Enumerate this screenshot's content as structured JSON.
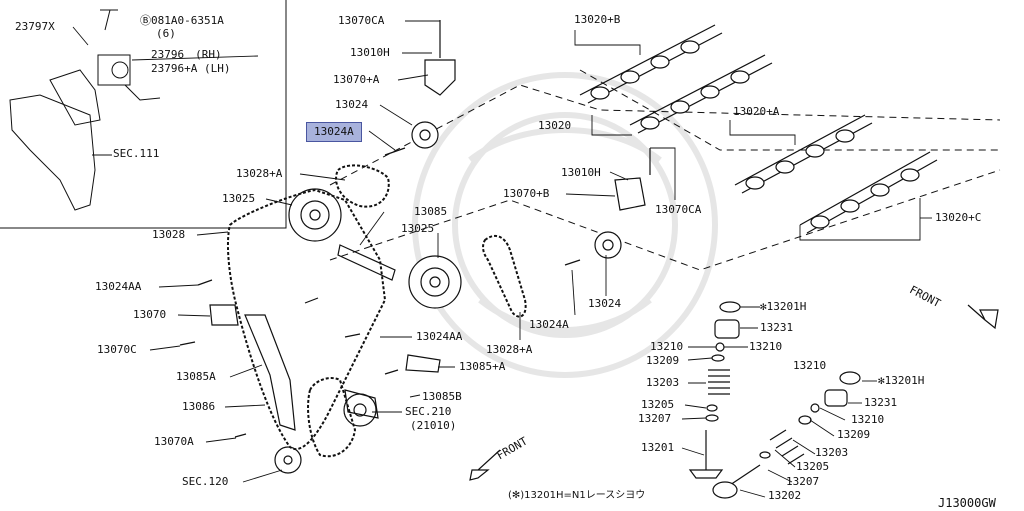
{
  "diagram_code": "J13000GW",
  "note": "(✻)13201H=N1レースシヨウ",
  "highlight_color": "#a8b2dc",
  "labels": {
    "p23797x": "23797X",
    "bolt_circle": "Ⓑ081A0-6351A",
    "bolt_qty": "(6)",
    "p23796": "23796　(RH)",
    "p23796a": "23796+A (LH)",
    "sec111": "SEC.111",
    "p13070ca_top": "13070CA",
    "p13010h_top": "13010H",
    "p13070a_top": "13070+A",
    "p13024": "13024",
    "p13024a_hl": "13024A",
    "p13028a_left": "13028+A",
    "p13025_left": "13025",
    "p13028": "13028",
    "p13024aa_left": "13024AA",
    "p13070": "13070",
    "p13070c": "13070C",
    "p13085a": "13085A",
    "p13086": "13086",
    "p13070a_bottom": "13070A",
    "sec120": "SEC.120",
    "p13085": "13085",
    "p13025_center": "13025",
    "p13024aa_center": "13024AA",
    "p13085a_center": "13085+A",
    "p13085b": "13085B",
    "sec210": "SEC.210",
    "sec210_sub": "(21010)",
    "p13028a_center": "13028+A",
    "p13024a_right": "13024A",
    "p13024_right": "13024",
    "p13020b": "13020+B",
    "p13020": "13020",
    "p13010h_mid": "13010H",
    "p13070b": "13070+B",
    "p13070ca_mid": "13070CA",
    "p13020a": "13020+A",
    "p13020c": "13020+C",
    "p13201h_a": "✻13201H",
    "p13231_a": "13231",
    "p13210_a1": "13210",
    "p13210_a2": "13210",
    "p13209_a": "13209",
    "p13203_a": "13203",
    "p13205_a": "13205",
    "p13207_a": "13207",
    "p13201_a": "13201",
    "p13210_b1": "13210",
    "p13201h_b": "✻13201H",
    "p13231_b": "13231",
    "p13210_b2": "13210",
    "p13209_b": "13209",
    "p13203_b": "13203",
    "p13205_b": "13205",
    "p13207_b": "13207",
    "p13202": "13202",
    "front_right": "FRONT",
    "front_bottom": "FRONT"
  }
}
